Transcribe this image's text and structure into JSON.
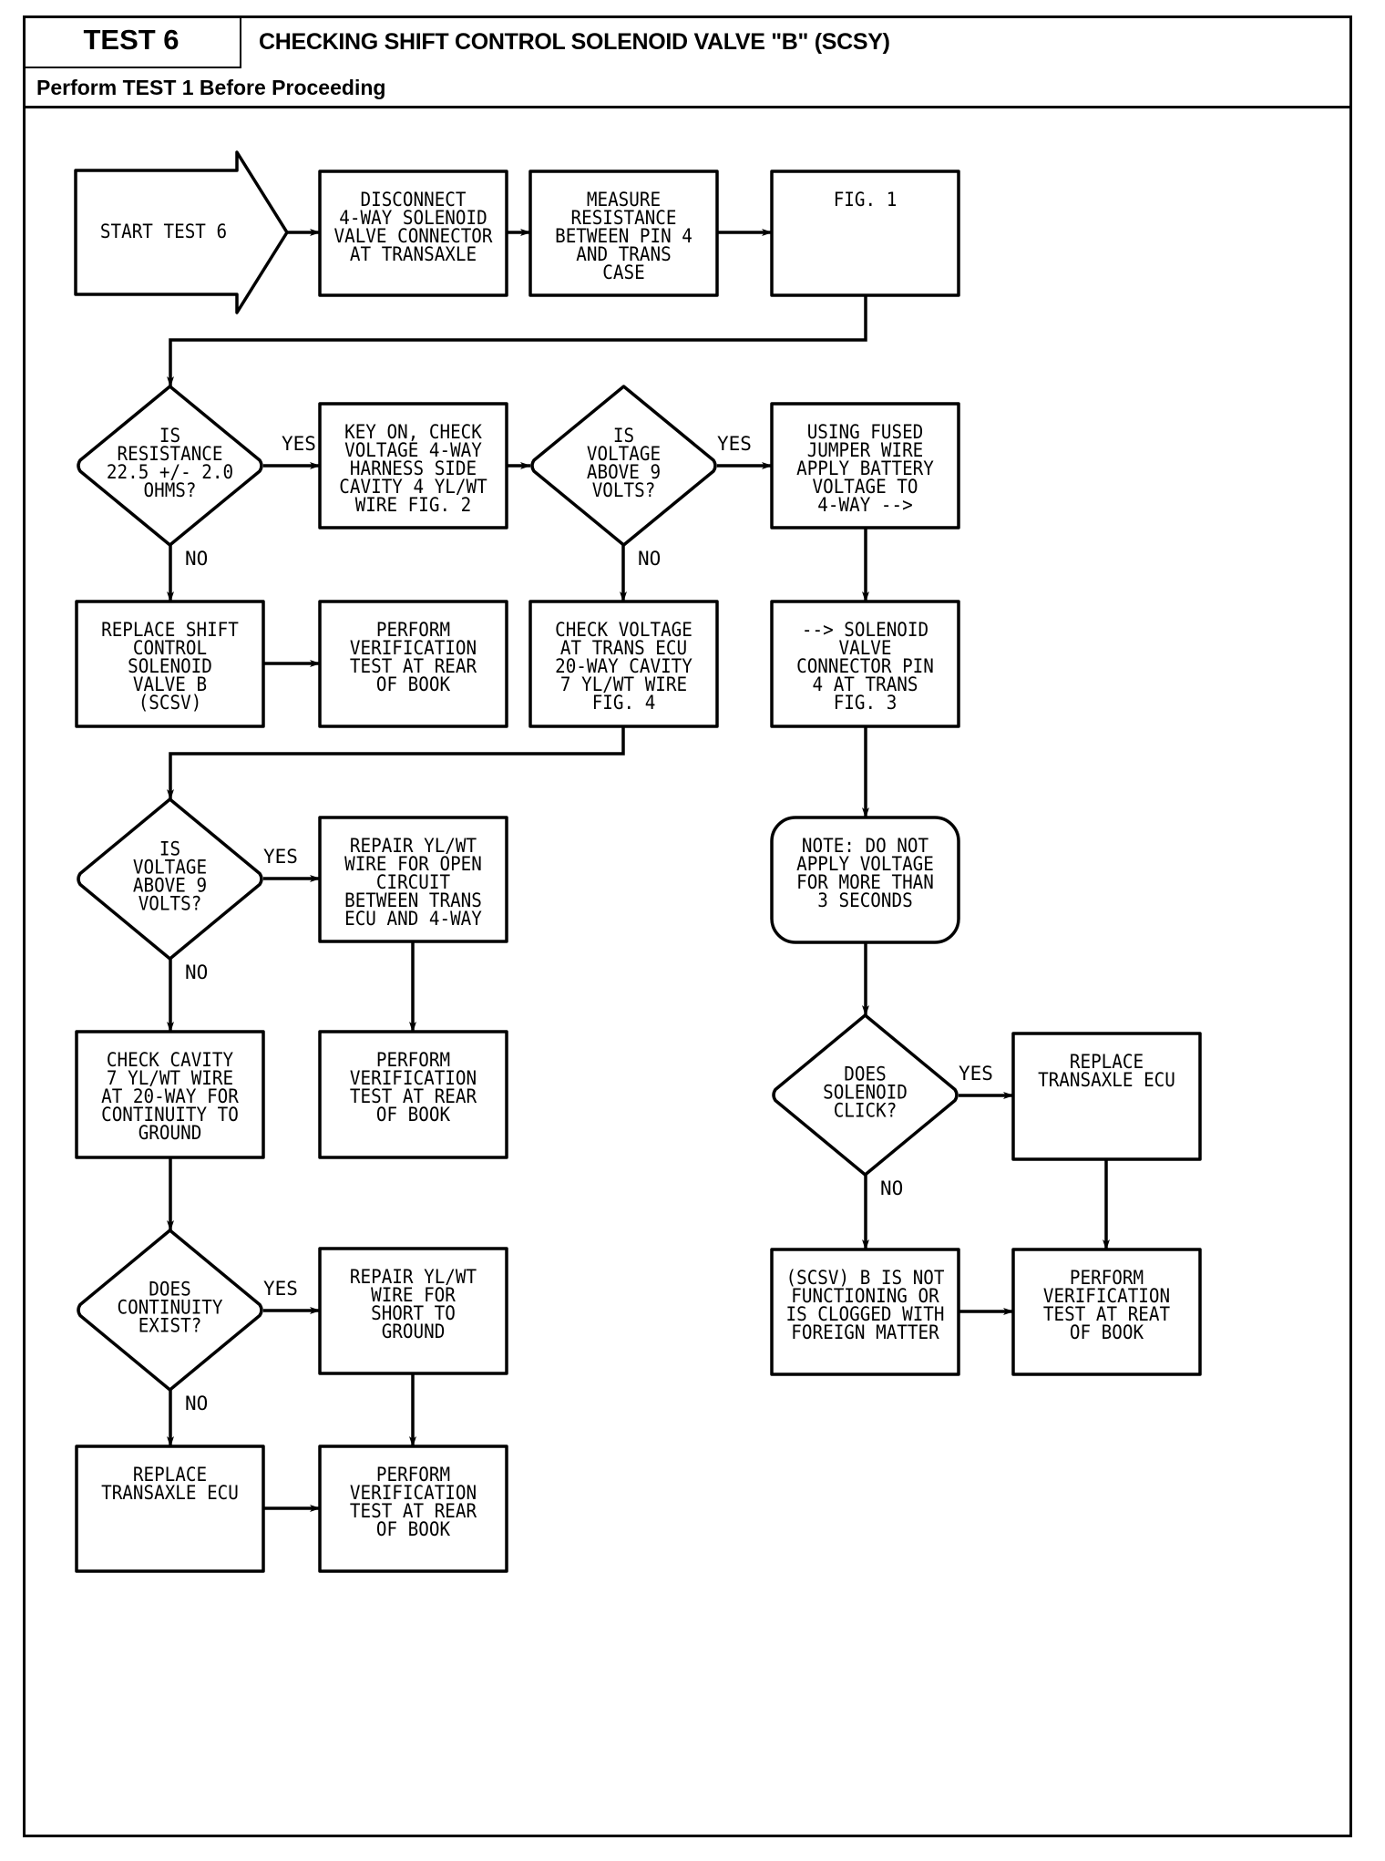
{
  "header": {
    "test_label": "TEST 6",
    "title": "CHECKING SHIFT CONTROL SOLENOID VALVE \"B\" (SCSY)",
    "subtitle": "Perform TEST 1 Before Proceeding"
  },
  "colors": {
    "ink": "#000000",
    "paper": "#ffffff"
  },
  "nodes": {
    "start": {
      "type": "start-arrow",
      "lines": [
        "START TEST 6"
      ]
    },
    "disconnect": {
      "type": "process",
      "lines": [
        "DISCONNECT",
        "4-WAY SOLENOID",
        "VALVE CONNECTOR",
        "AT TRANSAXLE"
      ]
    },
    "measure": {
      "type": "process",
      "lines": [
        "MEASURE",
        "RESISTANCE",
        "BETWEEN PIN 4",
        "AND TRANS",
        "CASE"
      ]
    },
    "fig1": {
      "type": "process",
      "lines": [
        "FIG. 1"
      ]
    },
    "q_resistance": {
      "type": "decision",
      "lines": [
        "IS",
        "RESISTANCE",
        "22.5 +/- 2.0",
        "OHMS?"
      ]
    },
    "key_on": {
      "type": "process",
      "lines": [
        "KEY ON, CHECK",
        "VOLTAGE 4-WAY",
        "HARNESS SIDE",
        "CAVITY 4 YL/WT",
        "WIRE FIG. 2"
      ]
    },
    "q_voltage1": {
      "type": "decision",
      "lines": [
        "IS",
        "VOLTAGE",
        "ABOVE 9",
        "VOLTS?"
      ]
    },
    "jumper": {
      "type": "process",
      "lines": [
        "USING FUSED",
        "JUMPER WIRE",
        "APPLY BATTERY",
        "VOLTAGE TO",
        "4-WAY -->"
      ]
    },
    "replace_scsv": {
      "type": "process",
      "lines": [
        "REPLACE SHIFT",
        "CONTROL",
        "SOLENOID",
        "VALVE B",
        "(SCSV)"
      ]
    },
    "verify1": {
      "type": "process",
      "lines": [
        "PERFORM",
        "VERIFICATION",
        "TEST AT REAR",
        "OF BOOK"
      ]
    },
    "check_ecu": {
      "type": "process",
      "lines": [
        "CHECK VOLTAGE",
        "AT TRANS ECU",
        "20-WAY CAVITY",
        "7 YL/WT WIRE",
        "FIG. 4"
      ]
    },
    "solenoid_pin": {
      "type": "process",
      "lines": [
        "--> SOLENOID",
        "VALVE",
        "CONNECTOR PIN",
        "4 AT TRANS",
        "FIG. 3"
      ]
    },
    "q_voltage2": {
      "type": "decision",
      "lines": [
        "IS",
        "VOLTAGE",
        "ABOVE 9",
        "VOLTS?"
      ]
    },
    "repair_open": {
      "type": "process",
      "lines": [
        "REPAIR YL/WT",
        "WIRE FOR OPEN",
        "CIRCUIT",
        "BETWEEN TRANS",
        "ECU AND 4-WAY"
      ]
    },
    "note": {
      "type": "note",
      "lines": [
        "NOTE: DO NOT",
        "APPLY VOLTAGE",
        "FOR MORE THAN",
        "3 SECONDS"
      ]
    },
    "check_cavity": {
      "type": "process",
      "lines": [
        "CHECK CAVITY",
        "7 YL/WT WIRE",
        "AT 20-WAY FOR",
        "CONTINUITY TO",
        "GROUND"
      ]
    },
    "verify2": {
      "type": "process",
      "lines": [
        "PERFORM",
        "VERIFICATION",
        "TEST AT REAR",
        "OF BOOK"
      ]
    },
    "q_click": {
      "type": "decision",
      "lines": [
        "DOES",
        "SOLENOID",
        "CLICK?"
      ]
    },
    "replace_ecu_right": {
      "type": "process",
      "lines": [
        "REPLACE",
        "TRANSAXLE ECU"
      ]
    },
    "q_continuity": {
      "type": "decision",
      "lines": [
        "DOES",
        "CONTINUITY",
        "EXIST?"
      ]
    },
    "repair_short": {
      "type": "process",
      "lines": [
        "REPAIR YL/WT",
        "WIRE FOR",
        "SHORT TO",
        "GROUND"
      ]
    },
    "scsv_fail": {
      "type": "process",
      "lines": [
        "(SCSV) B IS NOT",
        "FUNCTIONING OR",
        "IS CLOGGED WITH",
        "FOREIGN MATTER"
      ]
    },
    "verify4": {
      "type": "process",
      "lines": [
        "PERFORM",
        "VERIFICATION",
        "TEST AT REAT",
        "OF BOOK"
      ]
    },
    "replace_ecu_left": {
      "type": "process",
      "lines": [
        "REPLACE",
        "TRANSAXLE ECU"
      ]
    },
    "verify3": {
      "type": "process",
      "lines": [
        "PERFORM",
        "VERIFICATION",
        "TEST AT REAR",
        "OF BOOK"
      ]
    }
  },
  "edges": [
    {
      "from": "start",
      "to": "disconnect",
      "label": ""
    },
    {
      "from": "disconnect",
      "to": "measure",
      "label": ""
    },
    {
      "from": "measure",
      "to": "fig1",
      "label": ""
    },
    {
      "from": "fig1",
      "to": "q_resistance",
      "label": ""
    },
    {
      "from": "q_resistance",
      "to": "key_on",
      "label": "YES"
    },
    {
      "from": "q_resistance",
      "to": "replace_scsv",
      "label": "NO"
    },
    {
      "from": "key_on",
      "to": "q_voltage1",
      "label": ""
    },
    {
      "from": "q_voltage1",
      "to": "jumper",
      "label": "YES"
    },
    {
      "from": "q_voltage1",
      "to": "check_ecu",
      "label": "NO"
    },
    {
      "from": "replace_scsv",
      "to": "verify1",
      "label": ""
    },
    {
      "from": "jumper",
      "to": "solenoid_pin",
      "label": ""
    },
    {
      "from": "check_ecu",
      "to": "q_voltage2",
      "label": ""
    },
    {
      "from": "solenoid_pin",
      "to": "note",
      "label": ""
    },
    {
      "from": "q_voltage2",
      "to": "repair_open",
      "label": "YES"
    },
    {
      "from": "q_voltage2",
      "to": "check_cavity",
      "label": "NO"
    },
    {
      "from": "repair_open",
      "to": "verify2",
      "label": ""
    },
    {
      "from": "note",
      "to": "q_click",
      "label": ""
    },
    {
      "from": "q_click",
      "to": "replace_ecu_right",
      "label": "YES"
    },
    {
      "from": "q_click",
      "to": "scsv_fail",
      "label": "NO"
    },
    {
      "from": "replace_ecu_right",
      "to": "verify4",
      "label": ""
    },
    {
      "from": "scsv_fail",
      "to": "verify4",
      "label": ""
    },
    {
      "from": "check_cavity",
      "to": "q_continuity",
      "label": ""
    },
    {
      "from": "q_continuity",
      "to": "repair_short",
      "label": "YES"
    },
    {
      "from": "q_continuity",
      "to": "replace_ecu_left",
      "label": "NO"
    },
    {
      "from": "repair_short",
      "to": "verify3",
      "label": ""
    },
    {
      "from": "replace_ecu_left",
      "to": "verify3",
      "label": ""
    }
  ]
}
